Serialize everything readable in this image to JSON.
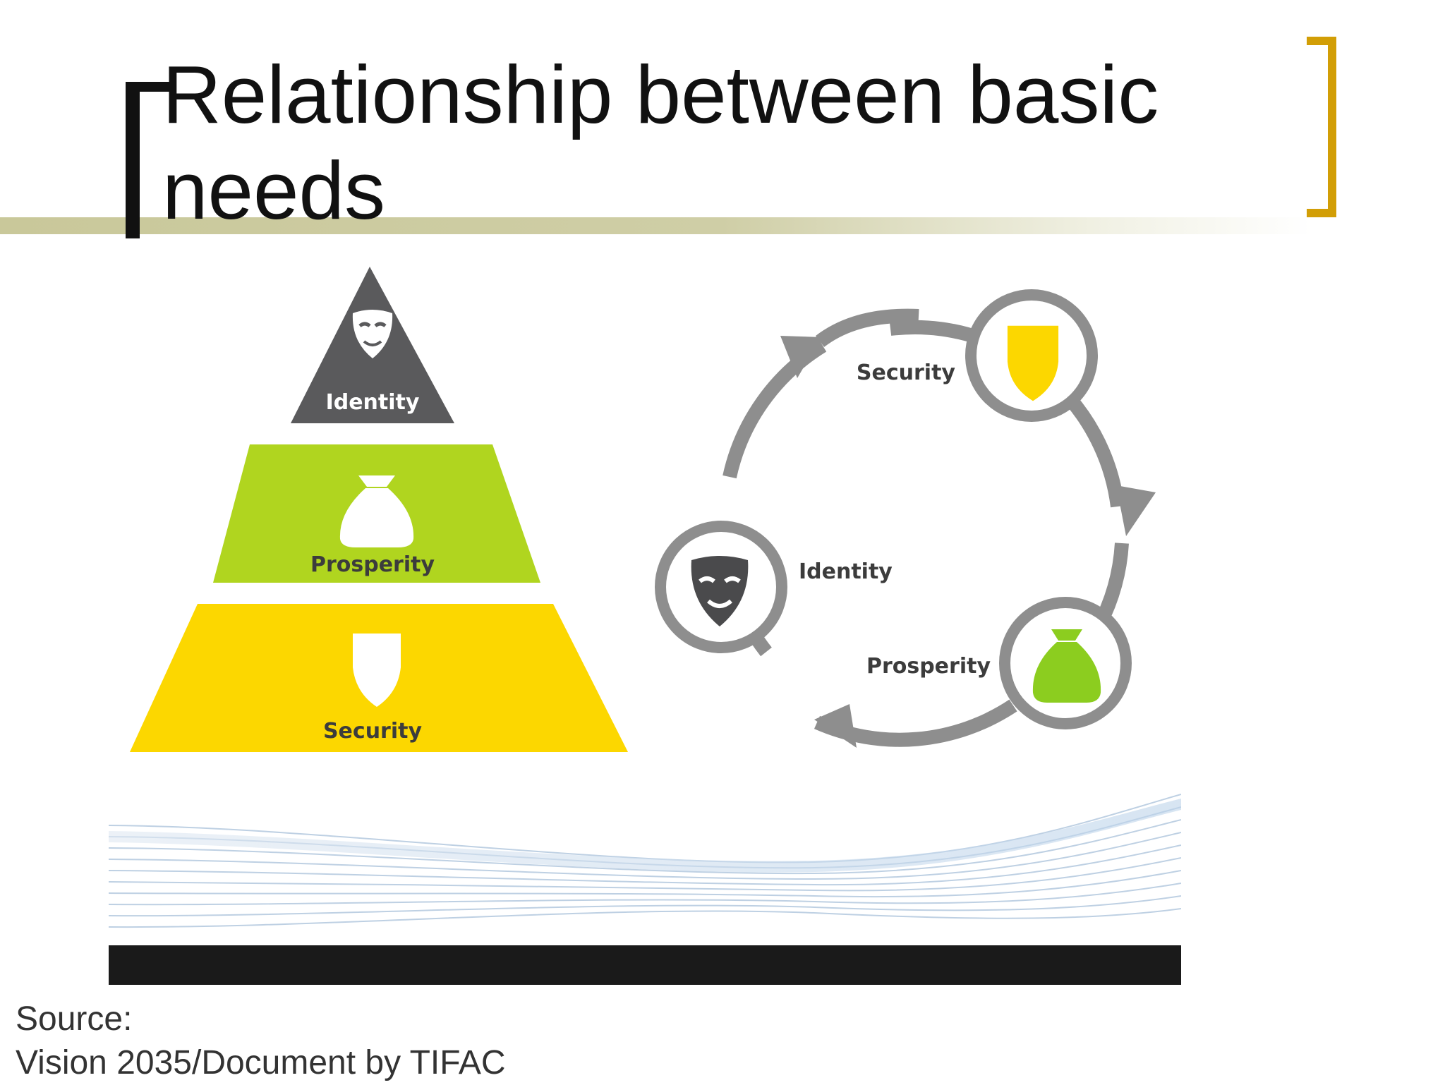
{
  "slide": {
    "title": "Relationship between basic\nneeds",
    "source_label": "Source:",
    "source_text": "Vision 2035/Document by TIFAC"
  },
  "pyramid": {
    "levels": [
      {
        "label": "Identity",
        "icon": "mask-icon",
        "color": "#5a5a5c"
      },
      {
        "label": "Prosperity",
        "icon": "money-bag-icon",
        "color": "#b0d51f"
      },
      {
        "label": "Security",
        "icon": "shield-icon",
        "color": "#fcd700"
      }
    ]
  },
  "cycle": {
    "nodes": [
      {
        "label": "Security",
        "icon": "shield-icon",
        "color": "#fcd700"
      },
      {
        "label": "Prosperity",
        "icon": "money-bag-icon",
        "color": "#8ccd1f"
      },
      {
        "label": "Identity",
        "icon": "mask-icon",
        "color": "#4a4a4c"
      }
    ],
    "ring_color": "#8e8e8e"
  },
  "footer_banner": {
    "band_color": "#1a1a1a",
    "wave_color": "#a9c6e0"
  }
}
